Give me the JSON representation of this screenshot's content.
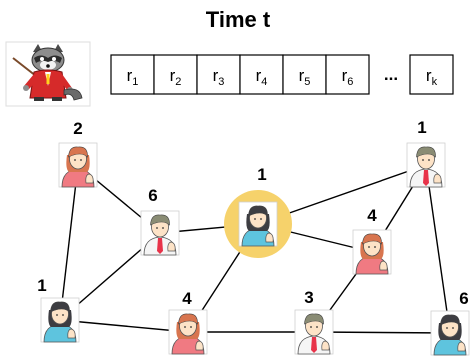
{
  "title": "Time t",
  "agent_icon": "raccoon-teacher-icon",
  "sequence": {
    "cells": [
      {
        "base": "r",
        "sub": "1"
      },
      {
        "base": "r",
        "sub": "2"
      },
      {
        "base": "r",
        "sub": "3"
      },
      {
        "base": "r",
        "sub": "4"
      },
      {
        "base": "r",
        "sub": "5"
      },
      {
        "base": "r",
        "sub": "6"
      }
    ],
    "ellipsis": "...",
    "last": {
      "base": "r",
      "sub": "k"
    }
  },
  "colors": {
    "highlight": "#f6d26b",
    "female_hair": "#d8754f",
    "male_hair": "#8a8c74",
    "dark_hair": "#3d3d42",
    "shirt_pink": "#f07a82",
    "shirt_teal": "#5ec4de",
    "shirt_white": "#f5f5f5",
    "tie_red": "#e8334a",
    "skin": "#fde3c7"
  },
  "nodes": [
    {
      "id": "n-left-top",
      "count": "2",
      "avatar": "female-orange-hair-pink-shirt-icon"
    },
    {
      "id": "n-inner-left",
      "count": "6",
      "avatar": "male-grey-hair-tie-icon"
    },
    {
      "id": "n-center",
      "count": "1",
      "avatar": "female-dark-hair-teal-shirt-icon",
      "highlighted": true
    },
    {
      "id": "n-right-top",
      "count": "1",
      "avatar": "male-grey-hair-tie-icon"
    },
    {
      "id": "n-inner-right",
      "count": "4",
      "avatar": "female-orange-hair-pink-shirt-icon"
    },
    {
      "id": "n-left-bottom",
      "count": "1",
      "avatar": "female-dark-hair-teal-shirt-icon"
    },
    {
      "id": "n-bottom-mid-left",
      "count": "4",
      "avatar": "female-orange-hair-pink-shirt-icon"
    },
    {
      "id": "n-bottom-mid-right",
      "count": "3",
      "avatar": "male-grey-hair-tie-icon"
    },
    {
      "id": "n-right-bottom",
      "count": "6",
      "avatar": "female-dark-hair-teal-shirt-icon"
    }
  ],
  "edges": [
    [
      "n-left-top",
      "n-inner-left"
    ],
    [
      "n-left-top",
      "n-left-bottom"
    ],
    [
      "n-inner-left",
      "n-center"
    ],
    [
      "n-inner-left",
      "n-left-bottom"
    ],
    [
      "n-center",
      "n-right-top"
    ],
    [
      "n-center",
      "n-inner-right"
    ],
    [
      "n-center",
      "n-bottom-mid-left"
    ],
    [
      "n-right-top",
      "n-inner-right"
    ],
    [
      "n-right-top",
      "n-right-bottom"
    ],
    [
      "n-inner-right",
      "n-bottom-mid-right"
    ],
    [
      "n-left-bottom",
      "n-bottom-mid-left"
    ],
    [
      "n-bottom-mid-left",
      "n-bottom-mid-right"
    ],
    [
      "n-bottom-mid-right",
      "n-right-bottom"
    ]
  ]
}
